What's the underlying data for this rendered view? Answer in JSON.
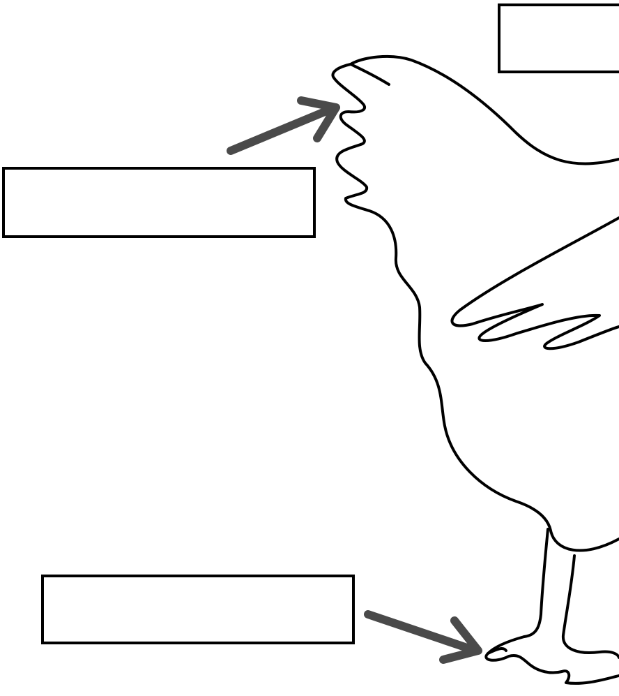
{
  "labels": [
    {
      "id": "top-right-box",
      "text": ""
    },
    {
      "id": "comb-box",
      "text": ""
    },
    {
      "id": "foot-box",
      "text": ""
    }
  ],
  "colors": {
    "outline": "#000000",
    "arrow": "#4a4a4a",
    "background": "#ffffff"
  }
}
